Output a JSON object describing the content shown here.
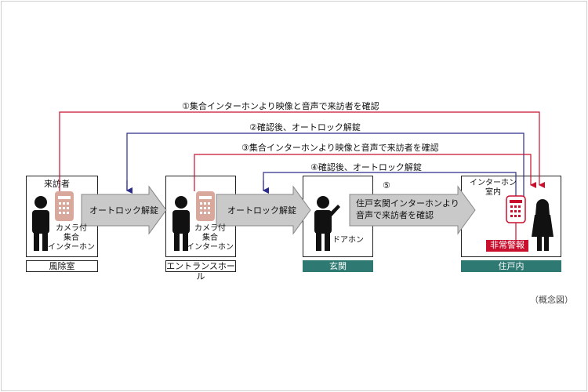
{
  "flows": {
    "f1": "①集合インターホンより映像と音声で来訪者を確認",
    "f2": "②確認後、オートロック解錠",
    "f3": "③集合インターホンより映像と音声で来訪者を確認",
    "f4": "④確認後、オートロック解錠"
  },
  "rooms": {
    "foyer": {
      "visitor_label": "来訪者",
      "device_label": [
        "カメラ付",
        "集合",
        "インターホン"
      ],
      "caption": "風除室"
    },
    "hall": {
      "device_label": [
        "カメラ付",
        "集合",
        "インターホン"
      ],
      "caption": "エントランスホール"
    },
    "entrance": {
      "device_label": "ドアホン",
      "caption": "玄関"
    },
    "unit": {
      "device_label": [
        "インターホン",
        "室内"
      ],
      "alarm": "非常警報",
      "caption": "住戸内"
    }
  },
  "arrows": {
    "a1": "オートロック解錠",
    "a2": "オートロック解錠",
    "a3_num": "⑤",
    "a3": [
      "住戸玄関インターホンより",
      "音声で来訪者を確認"
    ]
  },
  "note": "（概念図）",
  "colors": {
    "red": "#c8102e",
    "blue": "#2c2c8c",
    "teal": "#2e7a72",
    "intercom": "#d9a89d",
    "arrow_fill": "#c9c9c9"
  }
}
